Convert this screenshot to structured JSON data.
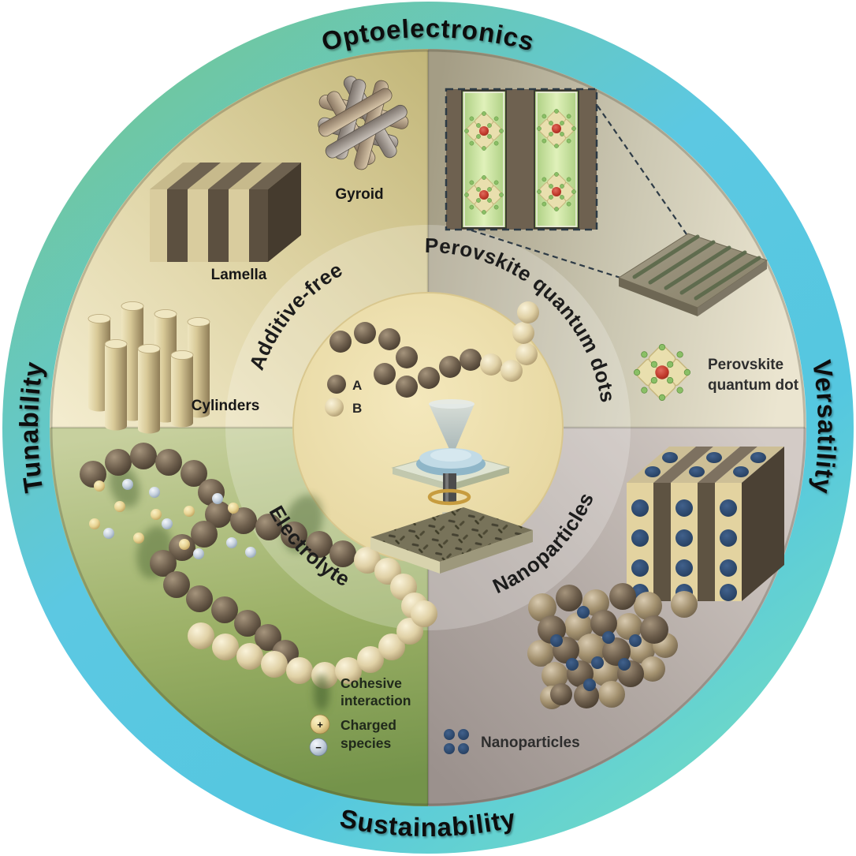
{
  "ring": {
    "top": "Optoelectronics",
    "right": "Versatility",
    "bottom": "Sustainability",
    "left": "Tunability"
  },
  "quadrant_labels": {
    "top_left": "Additive-free",
    "top_right": "Perovskite quantum dots",
    "bottom_left": "Electrolyte",
    "bottom_right": "Nanoparticles"
  },
  "structures": {
    "gyroid": "Gyroid",
    "lamella": "Lamella",
    "cylinders": "Cylinders"
  },
  "center_legend": {
    "a": "A",
    "b": "B"
  },
  "pqd_legend": {
    "line1": "Perovskite",
    "line2": "quantum dot"
  },
  "electrolyte_legend": {
    "cohesive_line1": "Cohesive",
    "cohesive_line2": "interaction",
    "charged_line1": "Charged",
    "charged_line2": "species",
    "plus": "+",
    "minus": "−"
  },
  "np_legend": {
    "label": "Nanoparticles"
  },
  "colors": {
    "ring_green": "#73c795",
    "ring_cyan": "#5cc8e2",
    "ring_mint": "#73dcc2",
    "navy_dot": "#2e4a6e",
    "red_center": "#c0392b"
  }
}
